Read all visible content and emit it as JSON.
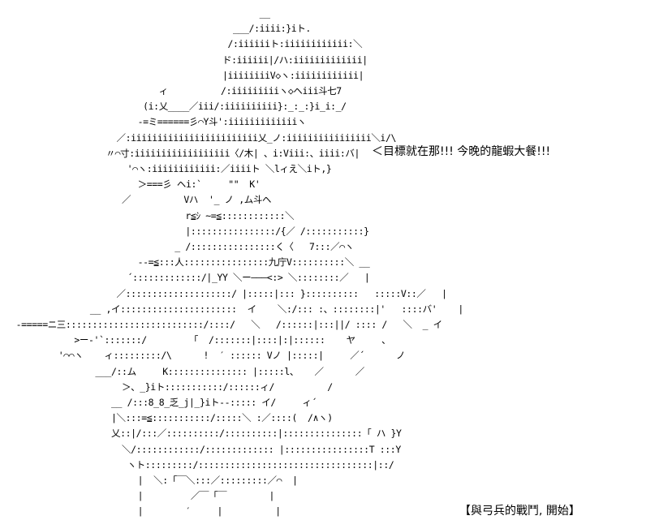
{
  "art_lines": [
    "                                                 __",
    "                                            ___/:iiii:}iト.",
    "                                           /:iiiiiiト:iiiiiiiiiiii:＼",
    "                                          ド:iiiiii|/ハ:iiiiiiiiiiiii|",
    "                                          |iiiiiiiiV◇ヽ:iiiiiiiiiiii|",
    "                              ィ          /:iiiiiiiiiヽ◇ヘiii斗七7",
    "                           (i:乂____／iii/:iiiiiiiiii}:_:_:}i_i:_/",
    "                          -=ミ======彡⌒Y斗':iiiiiiiiiiiiiヽ",
    "                      ／:iiiiiiiiiiiiiiiiiiiiiiii乂_ノ:iiiiiiiiiiiiiiii＼i/\\",
    "                    〃⌒寸:iiiiiiiiiiiiiiiiii〈/木| 、i:Viii:、iiii:バ|",
    "                        '⌒ヽ:iiiiiiiiiiii:／iiiiト ＼lィえ＼iト,}",
    "                          ＞===彡 ヘi:`     \"\"  K'",
    "                       ／          Vハ  '_ ノ ,ム斗ヘ",
    "                                   r≦ｼ ~=≦::::::::::::＼",
    "                                   |::::::::::::::::/{／ /:::::::::::}",
    "                                 _ /::::::::::::::::く〈   7:::／⌒ヽ",
    "                          --=≦:::人::::::::::::::::九庁V::::::::::＼ __",
    "                        ´:::::::::::::/|_ΥΥ ＼ー―――<:> ＼::::::::／   |",
    "                      ／::::::::::::::::::::/ |:::::|::: }::::::::::   :::::V::／   |",
    "                 __ ,イ::::::::::::::::::::::  イ    ＼:/::: :、::::::::|'   ::::バ'    |",
    "   -=====ニ三::::::::::::::::::::::::::/::::/   ＼   /::::::|:::||/ :::: /   ＼  _ イ",
    "              >ー-'`:::::::/        「  /:::::::|::::|:|::::::    ヤ     ､",
    "           '⌒⌒ヽ    ィ:::::::::/\\      !  ′ :::::: Vノ |:::::|     ／´      ノ",
    "                  ___/::ム     K::::::::::::::: |:::::l、   ／      ／",
    "                       ＞、_}iト:::::::::::/::::::ィ/          /",
    "                     __ /:::8_8_乏_j|_}iト--::::: イ/     ィ´",
    "                     |＼:::=≦:::::::::::/:::::＼ :／::::(  /∧ヽ)",
    "                     乂::|/:::／::::::::::/::::::::::|:::::::::::::::「 ハ }Y",
    "                       ＼/::::::::::::/::::::::::::: |::::::::::::::::T :::Y",
    "                        ヽト:::::::::/:::::::::::::::::::::::::::::::::|::/",
    "                          |  ＼:「￣＼:::／:::::::::／⌒  |",
    "                          |         ／￣「￣        |",
    "                          |        ′     |          |"
  ],
  "dialogue": "＜目標就在那!!! 今晚的龍蝦大餐!!!",
  "caption": "【與弓兵的戰鬥, 開始】"
}
